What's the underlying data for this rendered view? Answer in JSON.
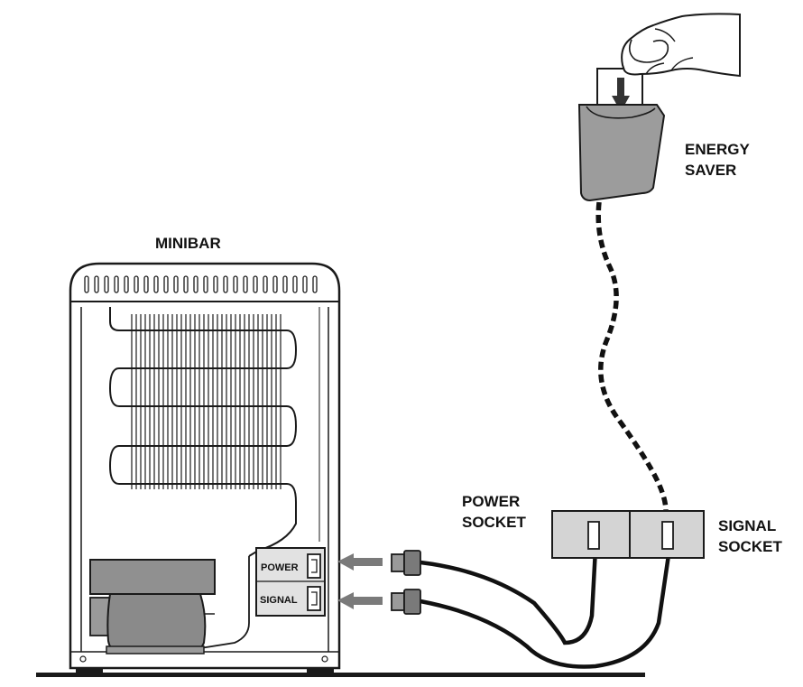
{
  "labels": {
    "minibar": "MINIBAR",
    "energy_saver_line1": "ENERGY",
    "energy_saver_line2": "SAVER",
    "power_socket_line1": "POWER",
    "power_socket_line2": "SOCKET",
    "signal_socket_line1": "SIGNAL",
    "signal_socket_line2": "SOCKET",
    "panel_power": "POWER",
    "panel_signal": "SIGNAL"
  },
  "colors": {
    "outline": "#1a1a1a",
    "socket_fill": "#d4d4d4",
    "compressor_fill": "#909090",
    "arrow_fill": "#7a7a7a",
    "panel_fill": "#e2e2e2",
    "device_fill": "#9c9c9c"
  }
}
